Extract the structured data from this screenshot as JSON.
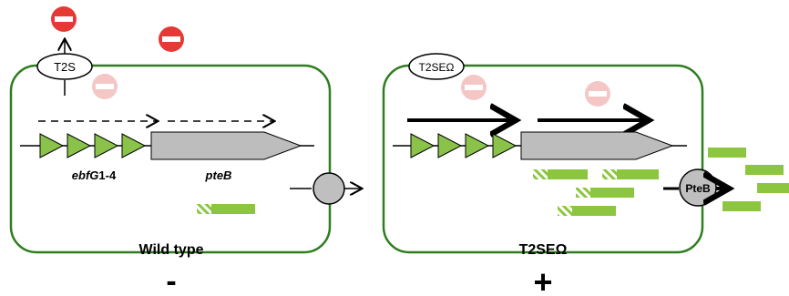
{
  "colors": {
    "cell_border": "#2e7d1f",
    "gene_green": "#8bc34a",
    "gene_grey": "#bdbdbd",
    "stop_red": "#e53935",
    "stop_faded": "#f5c6c6",
    "protein_green": "#8cc63f",
    "transporter_grey": "#bfbfbf"
  },
  "icons": {
    "stop": "no-entry-icon",
    "transporter": "circle-transporter-icon"
  },
  "left_panel": {
    "secretion_label": "T2S",
    "gene_cluster_label": "ebfG",
    "gene_cluster_suffix": "1-4",
    "gene_label": "pteB",
    "caption": "Wild type",
    "sign": "-"
  },
  "right_panel": {
    "secretion_label": "T2SEΩ",
    "transporter_label": "PteB",
    "caption": "T2SEΩ",
    "sign": "+"
  }
}
